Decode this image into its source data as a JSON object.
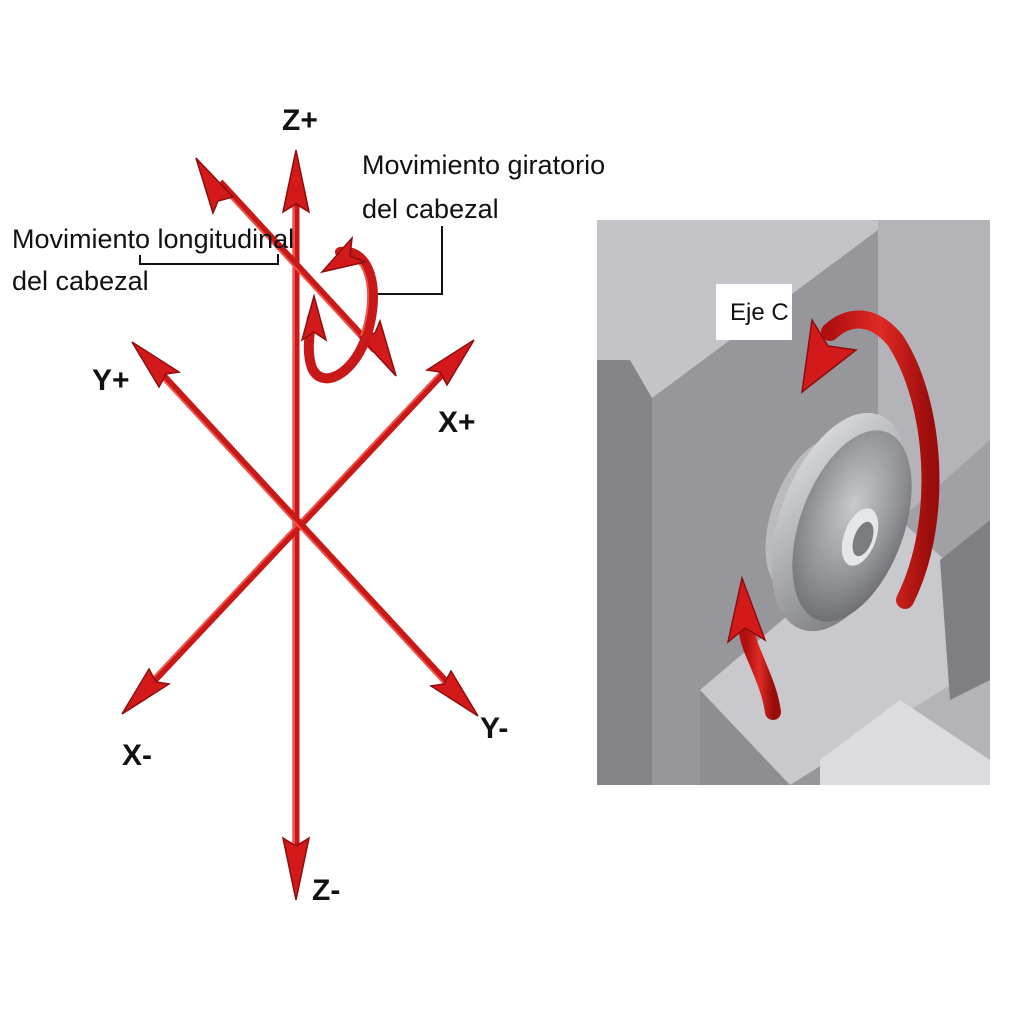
{
  "colors": {
    "arrow_red": "#d4191a",
    "arrow_dark": "#8e0d0d",
    "panel_light": "#c4c4c8",
    "panel_mid": "#a6a6ab",
    "panel_dark": "#858589",
    "panel_face": "#96969b",
    "disc_light": "#d9dbdc",
    "disc_dark": "#6e7073",
    "background": "#ffffff"
  },
  "axes": {
    "z_plus": "Z+",
    "z_minus": "Z-",
    "x_plus": "X+",
    "x_minus": "X-",
    "y_plus": "Y+",
    "y_minus": "Y-"
  },
  "annotations": {
    "longitudinal": {
      "line1": "Movimiento longitudinal",
      "line2": "del cabezal"
    },
    "rotary": {
      "line1": "Movimiento giratorio",
      "line2": "del cabezal"
    }
  },
  "c_axis": {
    "label": "Eje C"
  }
}
